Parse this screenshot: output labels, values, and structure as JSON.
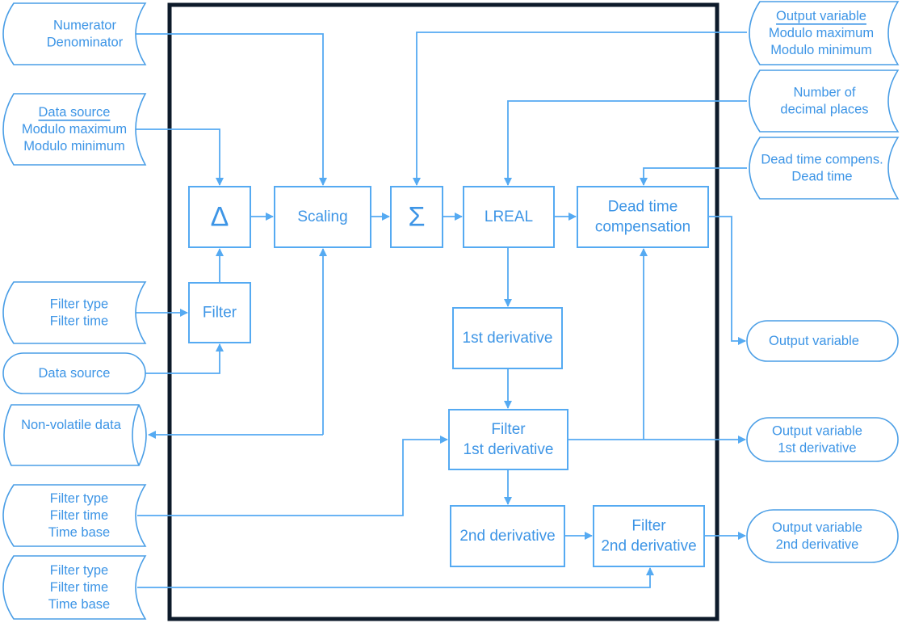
{
  "inputs_left": [
    {
      "lines": [
        "Numerator",
        "Denominator"
      ]
    },
    {
      "lines": [
        "Data source",
        "Modulo maximum",
        "Modulo minimum"
      ]
    },
    {
      "lines": [
        "Filter type",
        "Filter time"
      ]
    },
    {
      "lines": [
        "Data source"
      ]
    },
    {
      "lines": [
        "Non-volatile data"
      ]
    },
    {
      "lines": [
        "Filter type",
        "Filter time",
        "Time base"
      ]
    },
    {
      "lines": [
        "Filter type",
        "Filter time",
        "Time base"
      ]
    }
  ],
  "inputs_right": [
    {
      "lines": [
        "Output variable",
        "Modulo maximum",
        "Modulo minimum"
      ]
    },
    {
      "lines": [
        "Number of",
        "decimal places"
      ]
    },
    {
      "lines": [
        "Dead time compens.",
        "Dead time"
      ]
    }
  ],
  "outputs": [
    {
      "lines": [
        "Output variable"
      ]
    },
    {
      "lines": [
        "Output variable",
        "1st derivative"
      ]
    },
    {
      "lines": [
        "Output variable",
        "2nd derivative"
      ]
    }
  ],
  "blocks": {
    "delta": [
      "Δ"
    ],
    "scaling": [
      "Scaling"
    ],
    "sum": [
      "Σ"
    ],
    "lreal": [
      "LREAL"
    ],
    "dead_time": [
      "Dead time",
      "compensation"
    ],
    "filter": [
      "Filter"
    ],
    "deriv1": [
      "1st derivative"
    ],
    "filter_deriv1": [
      "Filter",
      "1st derivative"
    ],
    "deriv2": [
      "2nd derivative"
    ],
    "filter_deriv2": [
      "Filter",
      "2nd derivative"
    ]
  },
  "colors": {
    "line": "#55aaf2",
    "text": "#3d95e6",
    "frame": "#0d1a2a"
  }
}
